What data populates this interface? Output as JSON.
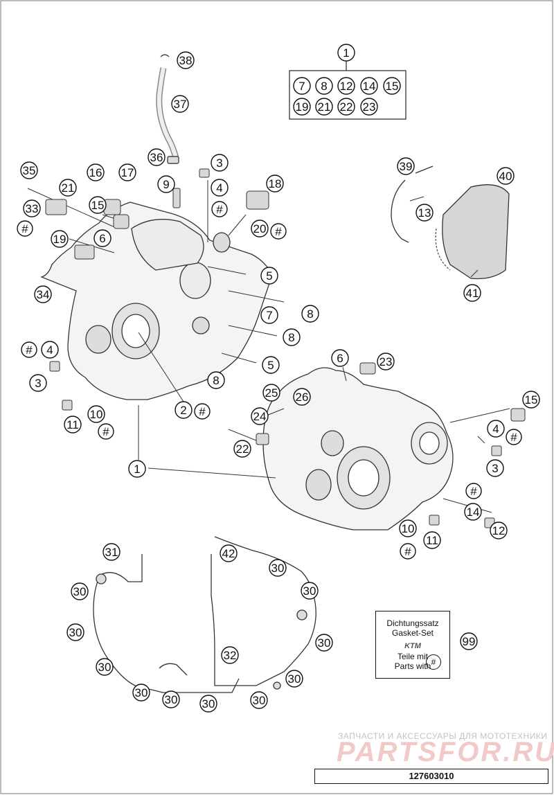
{
  "callouts": [
    {
      "label": "38"
    },
    {
      "label": "37"
    },
    {
      "label": "36"
    },
    {
      "label": "1"
    },
    {
      "label": "7"
    },
    {
      "label": "8"
    },
    {
      "label": "12"
    },
    {
      "label": "14"
    },
    {
      "label": "15"
    },
    {
      "label": "19"
    },
    {
      "label": "21"
    },
    {
      "label": "22"
    },
    {
      "label": "23"
    },
    {
      "label": "35"
    },
    {
      "label": "21"
    },
    {
      "label": "33"
    },
    {
      "label": "#"
    },
    {
      "label": "16"
    },
    {
      "label": "17"
    },
    {
      "label": "15"
    },
    {
      "label": "9"
    },
    {
      "label": "3"
    },
    {
      "label": "4"
    },
    {
      "label": "#"
    },
    {
      "label": "18"
    },
    {
      "label": "20"
    },
    {
      "label": "#"
    },
    {
      "label": "19"
    },
    {
      "label": "6"
    },
    {
      "label": "39"
    },
    {
      "label": "40"
    },
    {
      "label": "13"
    },
    {
      "label": "41"
    },
    {
      "label": "34"
    },
    {
      "label": "5"
    },
    {
      "label": "8"
    },
    {
      "label": "7"
    },
    {
      "label": "8"
    },
    {
      "label": "5"
    },
    {
      "label": "8"
    },
    {
      "label": "#"
    },
    {
      "label": "4"
    },
    {
      "label": "3"
    },
    {
      "label": "11"
    },
    {
      "label": "10"
    },
    {
      "label": "#"
    },
    {
      "label": "2"
    },
    {
      "label": "#"
    },
    {
      "label": "1"
    },
    {
      "label": "6"
    },
    {
      "label": "23"
    },
    {
      "label": "25"
    },
    {
      "label": "26"
    },
    {
      "label": "24"
    },
    {
      "label": "22"
    },
    {
      "label": "15"
    },
    {
      "label": "4"
    },
    {
      "label": "#"
    },
    {
      "label": "3"
    },
    {
      "label": "#"
    },
    {
      "label": "14"
    },
    {
      "label": "12"
    },
    {
      "label": "10"
    },
    {
      "label": "11"
    },
    {
      "label": "#"
    },
    {
      "label": "31"
    },
    {
      "label": "42"
    },
    {
      "label": "30"
    },
    {
      "label": "30"
    },
    {
      "label": "30"
    },
    {
      "label": "30"
    },
    {
      "label": "30"
    },
    {
      "label": "32"
    },
    {
      "label": "30"
    },
    {
      "label": "30"
    },
    {
      "label": "30"
    },
    {
      "label": "30"
    },
    {
      "label": "30"
    },
    {
      "label": "30"
    },
    {
      "label": "99"
    }
  ],
  "gasket_kit": {
    "line1": "Dichtungssatz",
    "line2": "Gasket-Set",
    "logo": "KTM",
    "line3": "Teile mit",
    "line4": "Parts with",
    "marker": "#"
  },
  "watermark": {
    "tagline": "ЗАПЧАСТИ И АКСЕССУАРЫ ДЛЯ МОТОТЕХНИКИ",
    "brand": "PARTSFOR.RU"
  },
  "part_number": "127603010"
}
